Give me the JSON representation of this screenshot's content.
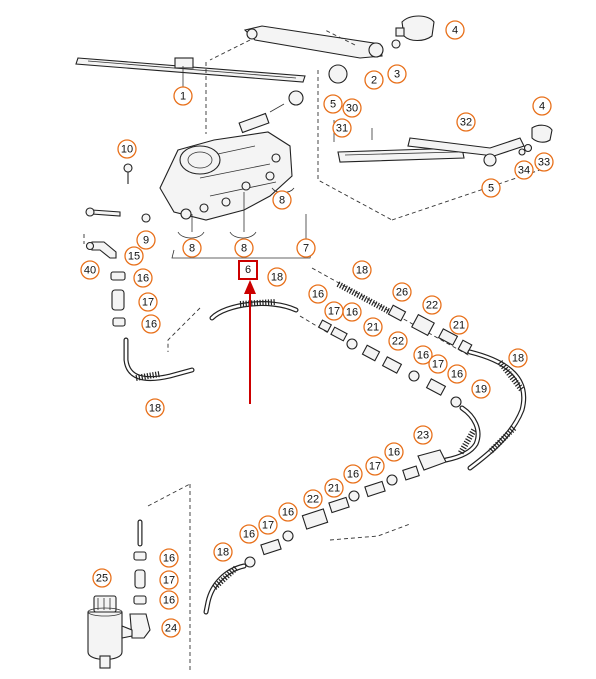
{
  "diagram": {
    "callouts": [
      "1",
      "2",
      "3",
      "4",
      "5",
      "30",
      "31",
      "32",
      "4",
      "33",
      "34",
      "5",
      "10",
      "8",
      "9",
      "40",
      "15",
      "16",
      "17",
      "16",
      "18",
      "8",
      "8",
      "7",
      "18",
      "18",
      "16",
      "17",
      "16",
      "21",
      "26",
      "22",
      "21",
      "22",
      "16",
      "17",
      "16",
      "19",
      "18",
      "23",
      "16",
      "17",
      "16",
      "21",
      "22",
      "16",
      "17",
      "16",
      "18",
      "25",
      "16",
      "17",
      "16",
      "24"
    ],
    "highlighted_label": "6",
    "accent_color": "#e8711c",
    "highlight_color": "#cc0000"
  }
}
